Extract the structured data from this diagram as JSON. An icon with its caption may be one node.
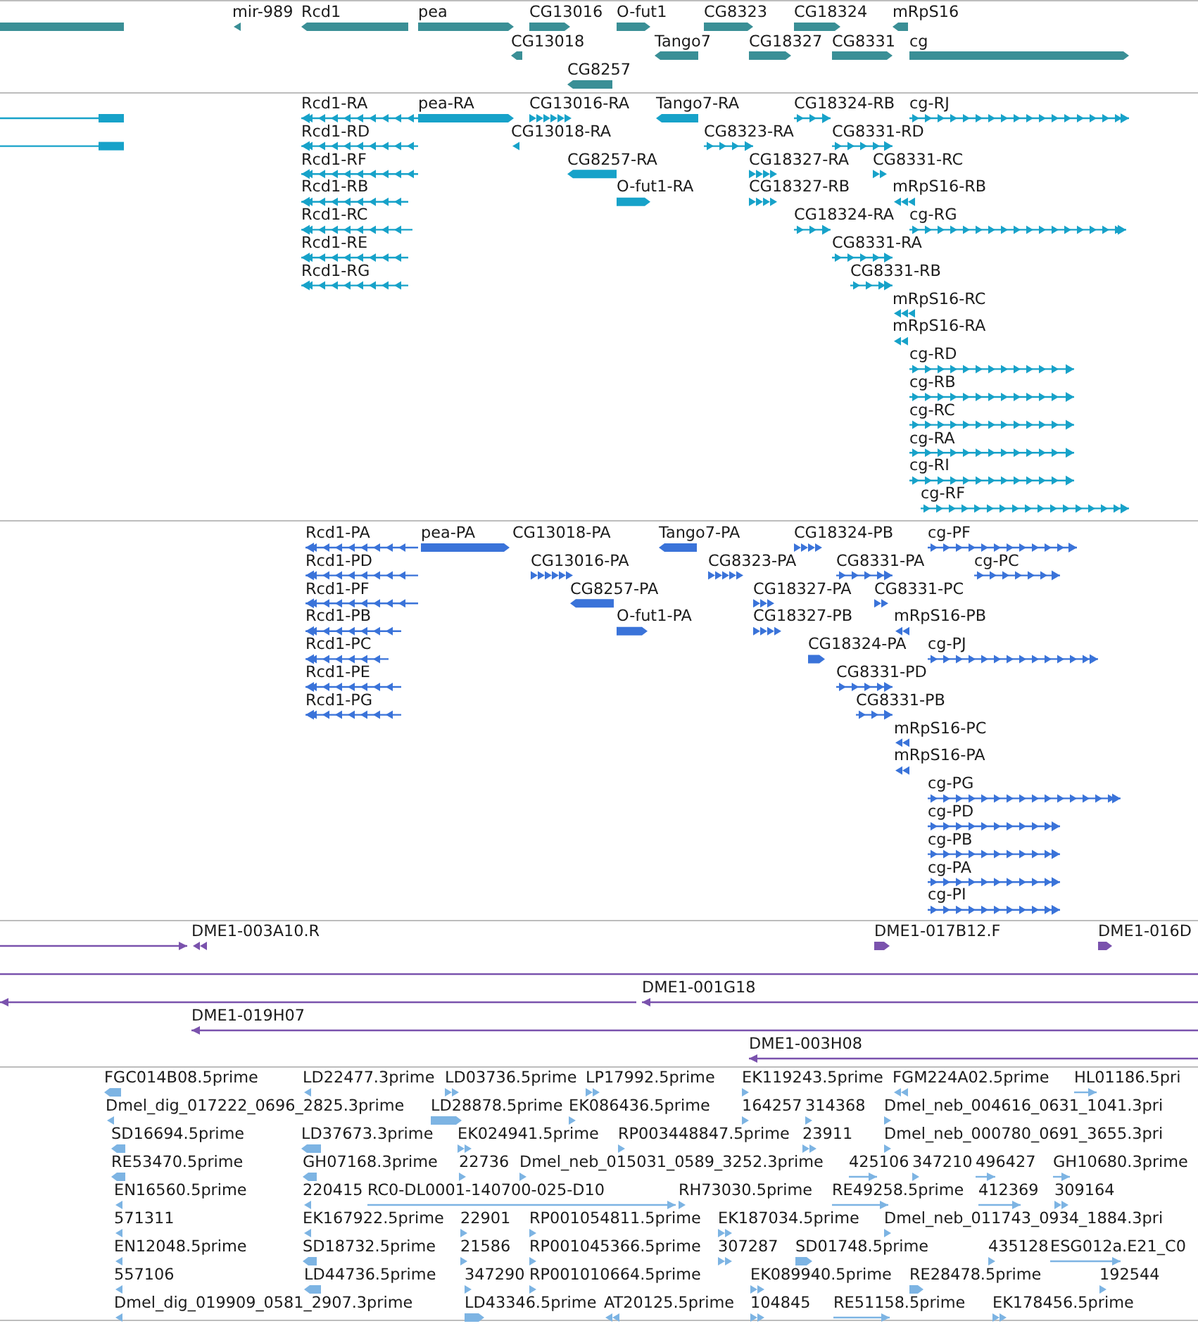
{
  "diagram": {
    "labels": [
      "mir-989",
      "Rcd1",
      "pea",
      "CG13016",
      "O-fut1",
      "CG8323",
      "CG18324",
      "mRpS16",
      "CG13018",
      "Tango7",
      "CG18327",
      "CG8331",
      "cg",
      "CG8257",
      "Rcd1-RA",
      "pea-RA",
      "CG13016-RA",
      "Tango7-RA",
      "CG18324-RB",
      "cg-RJ",
      "Rcd1-RD",
      "CG13018-RA",
      "CG8323-RA",
      "CG8331-RD",
      "Rcd1-RF",
      "CG8257-RA",
      "CG18327-RA",
      "CG8331-RC",
      "Rcd1-RB",
      "O-fut1-RA",
      "CG18327-RB",
      "mRpS16-RB",
      "Rcd1-RC",
      "CG18324-RA",
      "cg-RG",
      "Rcd1-RE",
      "CG8331-RA",
      "Rcd1-RG",
      "CG8331-RB",
      "mRpS16-RC",
      "mRpS16-RA",
      "cg-RD",
      "cg-RB",
      "cg-RC",
      "cg-RA",
      "cg-RI",
      "cg-RF",
      "Rcd1-PA",
      "pea-PA",
      "CG13018-PA",
      "Tango7-PA",
      "CG18324-PB",
      "cg-PF",
      "Rcd1-PD",
      "CG13016-PA",
      "CG8323-PA",
      "CG8331-PA",
      "cg-PC",
      "Rcd1-PF",
      "CG8257-PA",
      "CG18327-PA",
      "CG8331-PC",
      "Rcd1-PB",
      "O-fut1-PA",
      "CG18327-PB",
      "mRpS16-PB",
      "Rcd1-PC",
      "CG18324-PA",
      "cg-PJ",
      "Rcd1-PE",
      "CG8331-PD",
      "Rcd1-PG",
      "CG8331-PB",
      "mRpS16-PC",
      "mRpS16-PA",
      "cg-PG",
      "cg-PD",
      "cg-PB",
      "cg-PA",
      "cg-PI",
      "DME1-003A10.R",
      "DME1-017B12.F",
      "DME1-016D",
      "DME1-001G18",
      "DME1-019H07",
      "DME1-003H08",
      "FGC014B08.5prime",
      "LD22477.3prime",
      "LD03736.5prime",
      "LP17992.5prime",
      "EK119243.5prime",
      "FGM224A02.5prime",
      "HL01186.5pri",
      "Dmel_dig_017222_0696_2825.3prime",
      "LD28878.5prime",
      "EK086436.5prime",
      "164257",
      "314368",
      "Dmel_neb_004616_0631_1041.3pri",
      "SD16694.5prime",
      "LD37673.3prime",
      "EK024941.5prime",
      "RP003448847.5prime",
      "23911",
      "Dmel_neb_000780_0691_3655.3pri",
      "RE53470.5prime",
      "GH07168.3prime",
      "22736",
      "Dmel_neb_015031_0589_3252.3prime",
      "425106",
      "347210",
      "496427",
      "GH10680.3prime",
      "EN16560.5prime",
      "220415",
      "RC0-DL0001-140700-025-D10",
      "RH73030.5prime",
      "RE49258.5prime",
      "412369",
      "309164",
      "571311",
      "EK167922.5prime",
      "22901",
      "RP001054811.5prime",
      "EK187034.5prime",
      "Dmel_neb_011743_0934_1884.3pri",
      "EN12048.5prime",
      "SD18732.5prime",
      "21586",
      "RP001045366.5prime",
      "307287",
      "SD01748.5prime",
      "435128",
      "ESG012a.E21_C0",
      "557106",
      "LD44736.5prime",
      "347290",
      "RP001010664.5prime",
      "EK089940.5prime",
      "RE28478.5prime",
      "192544",
      "Dmel_dig_019909_0581_2907.3prime",
      "LD43346.5prime",
      "AT20125.5prime",
      "104845",
      "RE51158.5prime",
      "EK178456.5prime"
    ]
  }
}
